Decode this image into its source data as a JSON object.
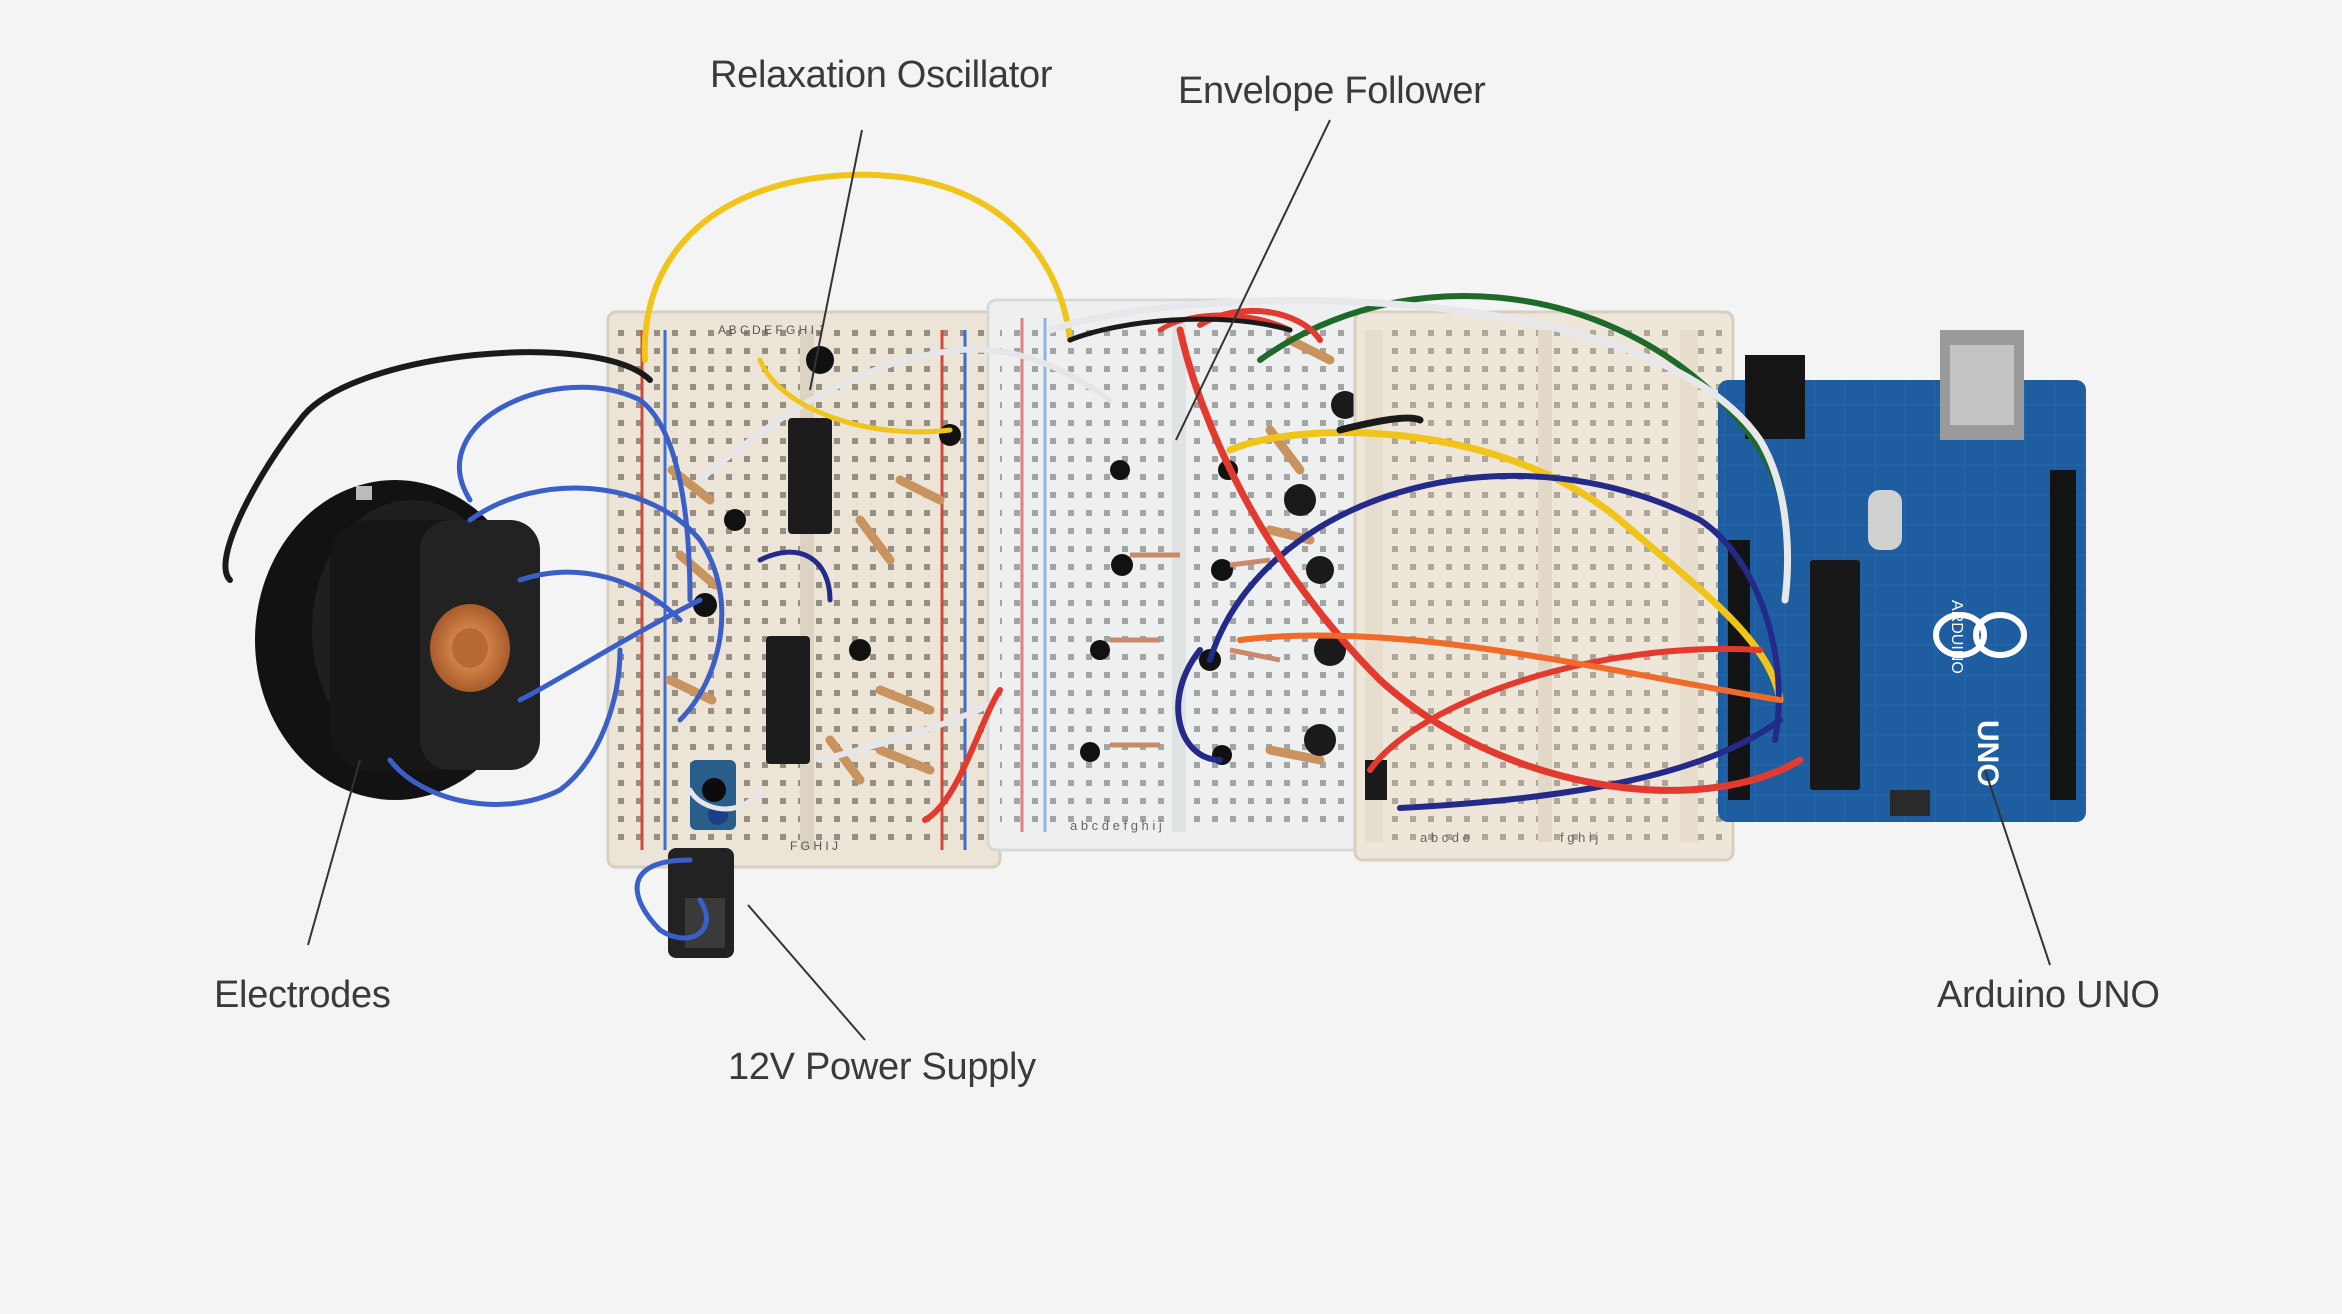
{
  "labels": {
    "relaxation_oscillator": "Relaxation Oscillator",
    "envelope_follower": "Envelope Follower",
    "electrodes": "Electrodes",
    "power_supply": "12V Power Supply",
    "arduino": "Arduino UNO"
  },
  "board_print": {
    "arduino_name": "ARDUINO",
    "arduino_model": "UNO",
    "breadboard_rows_top": "A B C D E   F G H I J",
    "breadboard_rows_bottom": "a b c d e   f g h i j"
  },
  "colors": {
    "background": "#f4f4f4",
    "label_text": "#3a3a3a",
    "breadboard": "#ece4d6",
    "breadboard_clear": "#eef0f0",
    "arduino_pcb": "#1e5da0",
    "wire_yellow": "#f0c419",
    "wire_red": "#e23a2e",
    "wire_blue": "#3a5fc8",
    "wire_darkblue": "#232a8a",
    "wire_green": "#1e6a2a",
    "wire_white": "#e6e6ea",
    "wire_black": "#1a1a1a",
    "wire_orange": "#f06a2a",
    "copper": "#c8743a"
  }
}
